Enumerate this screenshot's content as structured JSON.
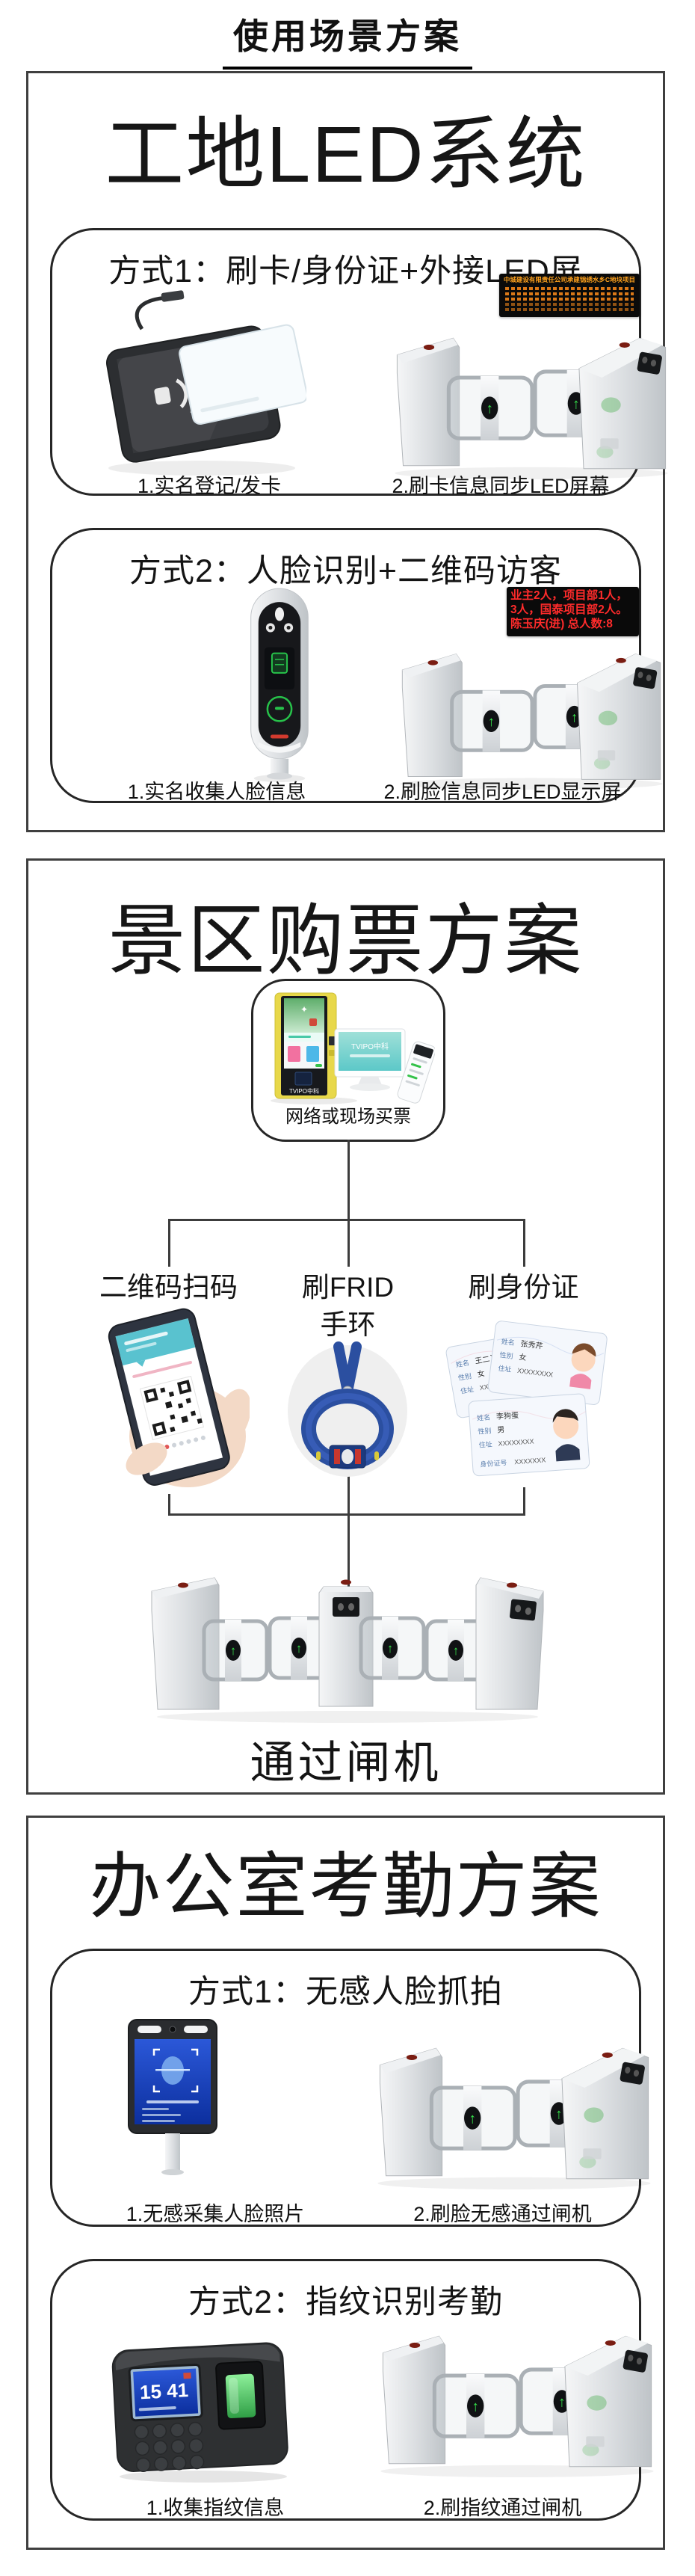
{
  "page": {
    "title": "使用场景方案"
  },
  "construction": {
    "title": "工地LED系统",
    "method1": {
      "label": "方式1：刷卡/身份证+外接LED屏",
      "led_header": "中城建设有限责任公司承建锦绣水乡C地块项目",
      "caption1": "1.实名登记/发卡",
      "caption2": "2.刷卡信息同步LED屏幕"
    },
    "method2": {
      "label": "方式2：人脸识别+二维码访客",
      "led_lines": [
        "业主2人，项目部1人，",
        "3人，国泰项目部2人。",
        "陈玉庆(进) 总人数:8"
      ],
      "caption1": "1.实名收集人脸信息",
      "caption2": "2.刷脸信息同步LED显示屏"
    }
  },
  "scenic": {
    "title": "景区购票方案",
    "buy_caption": "网络或现场买票",
    "kiosk_brand": "TVIPO中科",
    "monitor_brand": "TVIPO中科",
    "branch1": "二维码扫码",
    "branch2_line1": "刷FRID",
    "branch2_line2": "手环",
    "branch3": "刷身份证",
    "gate_caption": "通过闸机",
    "card_fields": {
      "name": "姓名",
      "gender": "性别",
      "address": "住址",
      "id_no": "身份证号"
    },
    "cards": [
      {
        "name": "王二丫",
        "gender": "女",
        "address": "XXXXXXXX"
      },
      {
        "name": "张秀芹",
        "gender": "女",
        "address": "XXXXXXXX"
      },
      {
        "name": "李狗蛋",
        "gender": "男",
        "address": "XXXXXXXX",
        "id_no": "XXXXXXX"
      }
    ]
  },
  "office": {
    "title": "办公室考勤方案",
    "method1": {
      "label": "方式1：无感人脸抓拍",
      "caption1": "1.无感采集人脸照片",
      "caption2": "2.刷脸无感通过闸机"
    },
    "method2": {
      "label": "方式2：指纹识别考勤",
      "clock_time": "15 41",
      "caption1": "1.收集指纹信息",
      "caption2": "2.刷指纹通过闸机"
    }
  }
}
